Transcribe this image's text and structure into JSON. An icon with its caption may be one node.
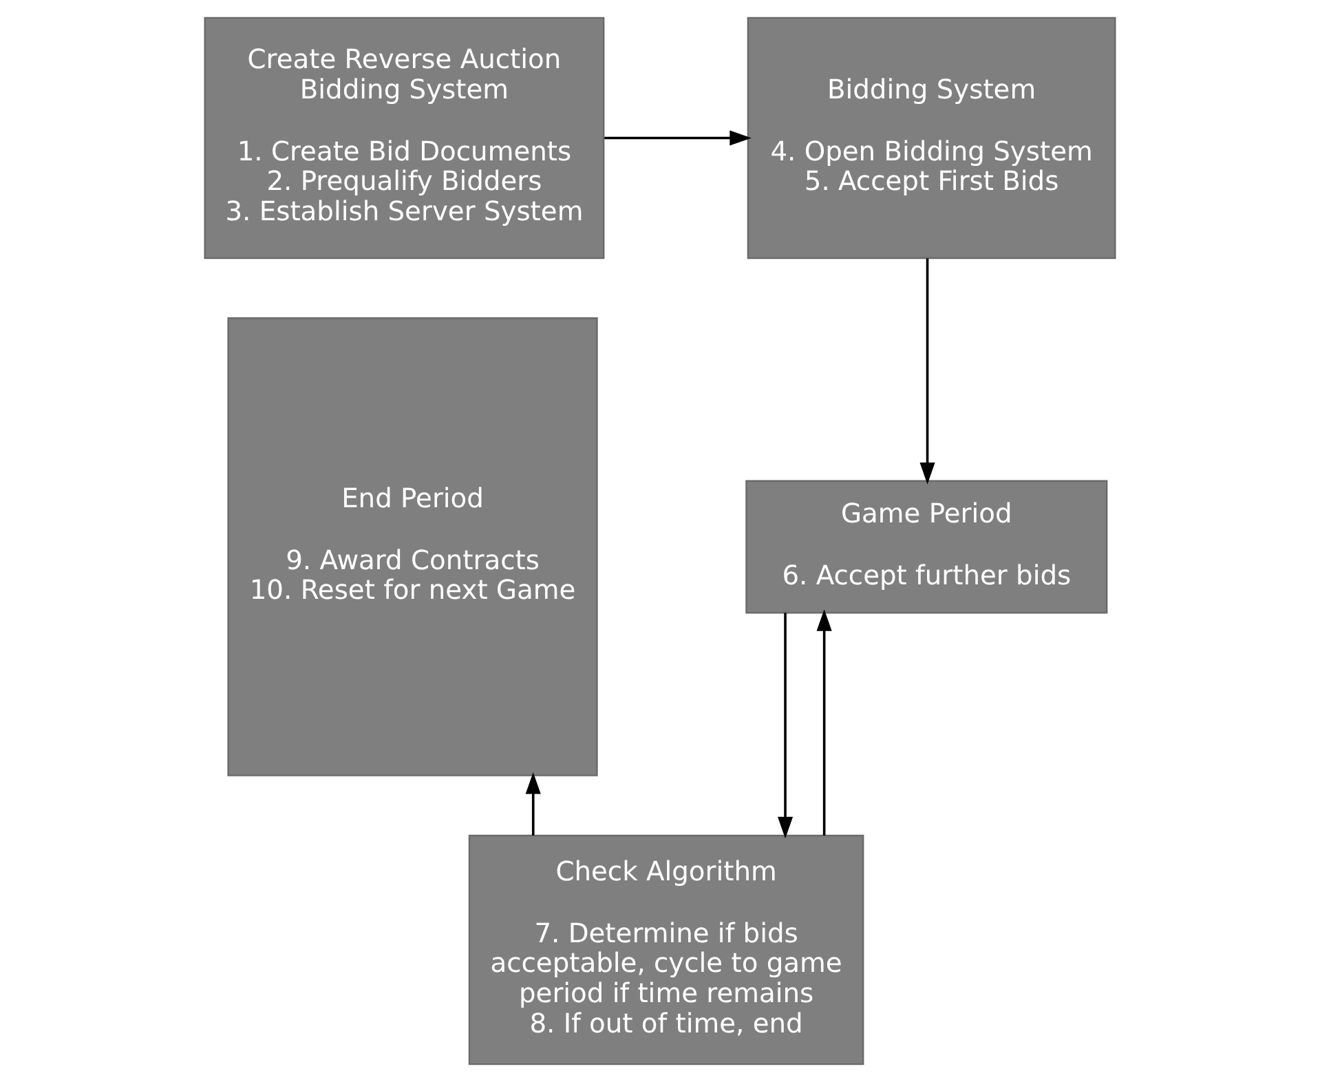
{
  "diagram": {
    "nodes": [
      {
        "text": [
          "Create Reverse Auction Bidding System",
          "1. Create Bid Documents",
          "2. Prequalify Bidders",
          "3. Establish Server System"
        ]
      },
      {
        "text": [
          "Bidding System",
          "4. Open Bidding System",
          "5. Accept First Bids"
        ]
      },
      {
        "text": [
          "Game Period",
          "6. Accept further bids"
        ]
      },
      {
        "text": [
          "Check Algorithm",
          "7. Determine if bids acceptable, cycle to game period if time remains",
          "8. If out of time, end"
        ]
      },
      {
        "text": [
          "End Period",
          "9. Award Contracts",
          "10. Reset for next Game"
        ]
      }
    ],
    "edges": [
      {
        "from": 0,
        "to": 1,
        "arrow": "to"
      },
      {
        "from": 1,
        "to": 2,
        "arrow": "to"
      },
      {
        "from": 2,
        "to": 3,
        "arrow": "to"
      },
      {
        "from": 3,
        "to": 2,
        "arrow": "to"
      },
      {
        "from": 3,
        "to": 4,
        "arrow": "to"
      }
    ]
  }
}
